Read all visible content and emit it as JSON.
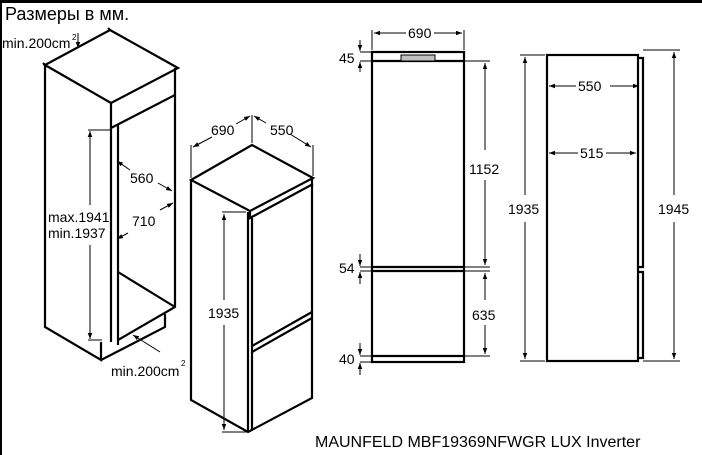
{
  "title": "Размеры в мм.",
  "model": "MAUNFELD MBF19369NFWGR LUX Inverter",
  "niche": {
    "vent_top": "min.200cm",
    "vent_bottom": "min.200cm",
    "sup": "2",
    "depth": "560",
    "width": "710",
    "height_max": "max.1941",
    "height_min": "min.1937"
  },
  "appliance_iso": {
    "width": "690",
    "depth": "550",
    "height": "1935"
  },
  "front_view": {
    "width": "690",
    "top": "45",
    "upper_door": "1152",
    "gap": "54",
    "lower_door": "635",
    "bottom": "40"
  },
  "side_view": {
    "depth_total": "550",
    "depth_body": "515",
    "height_body": "1935",
    "height_total": "1945"
  },
  "colors": {
    "line": "#000000",
    "handle": "#c0c0c0"
  }
}
